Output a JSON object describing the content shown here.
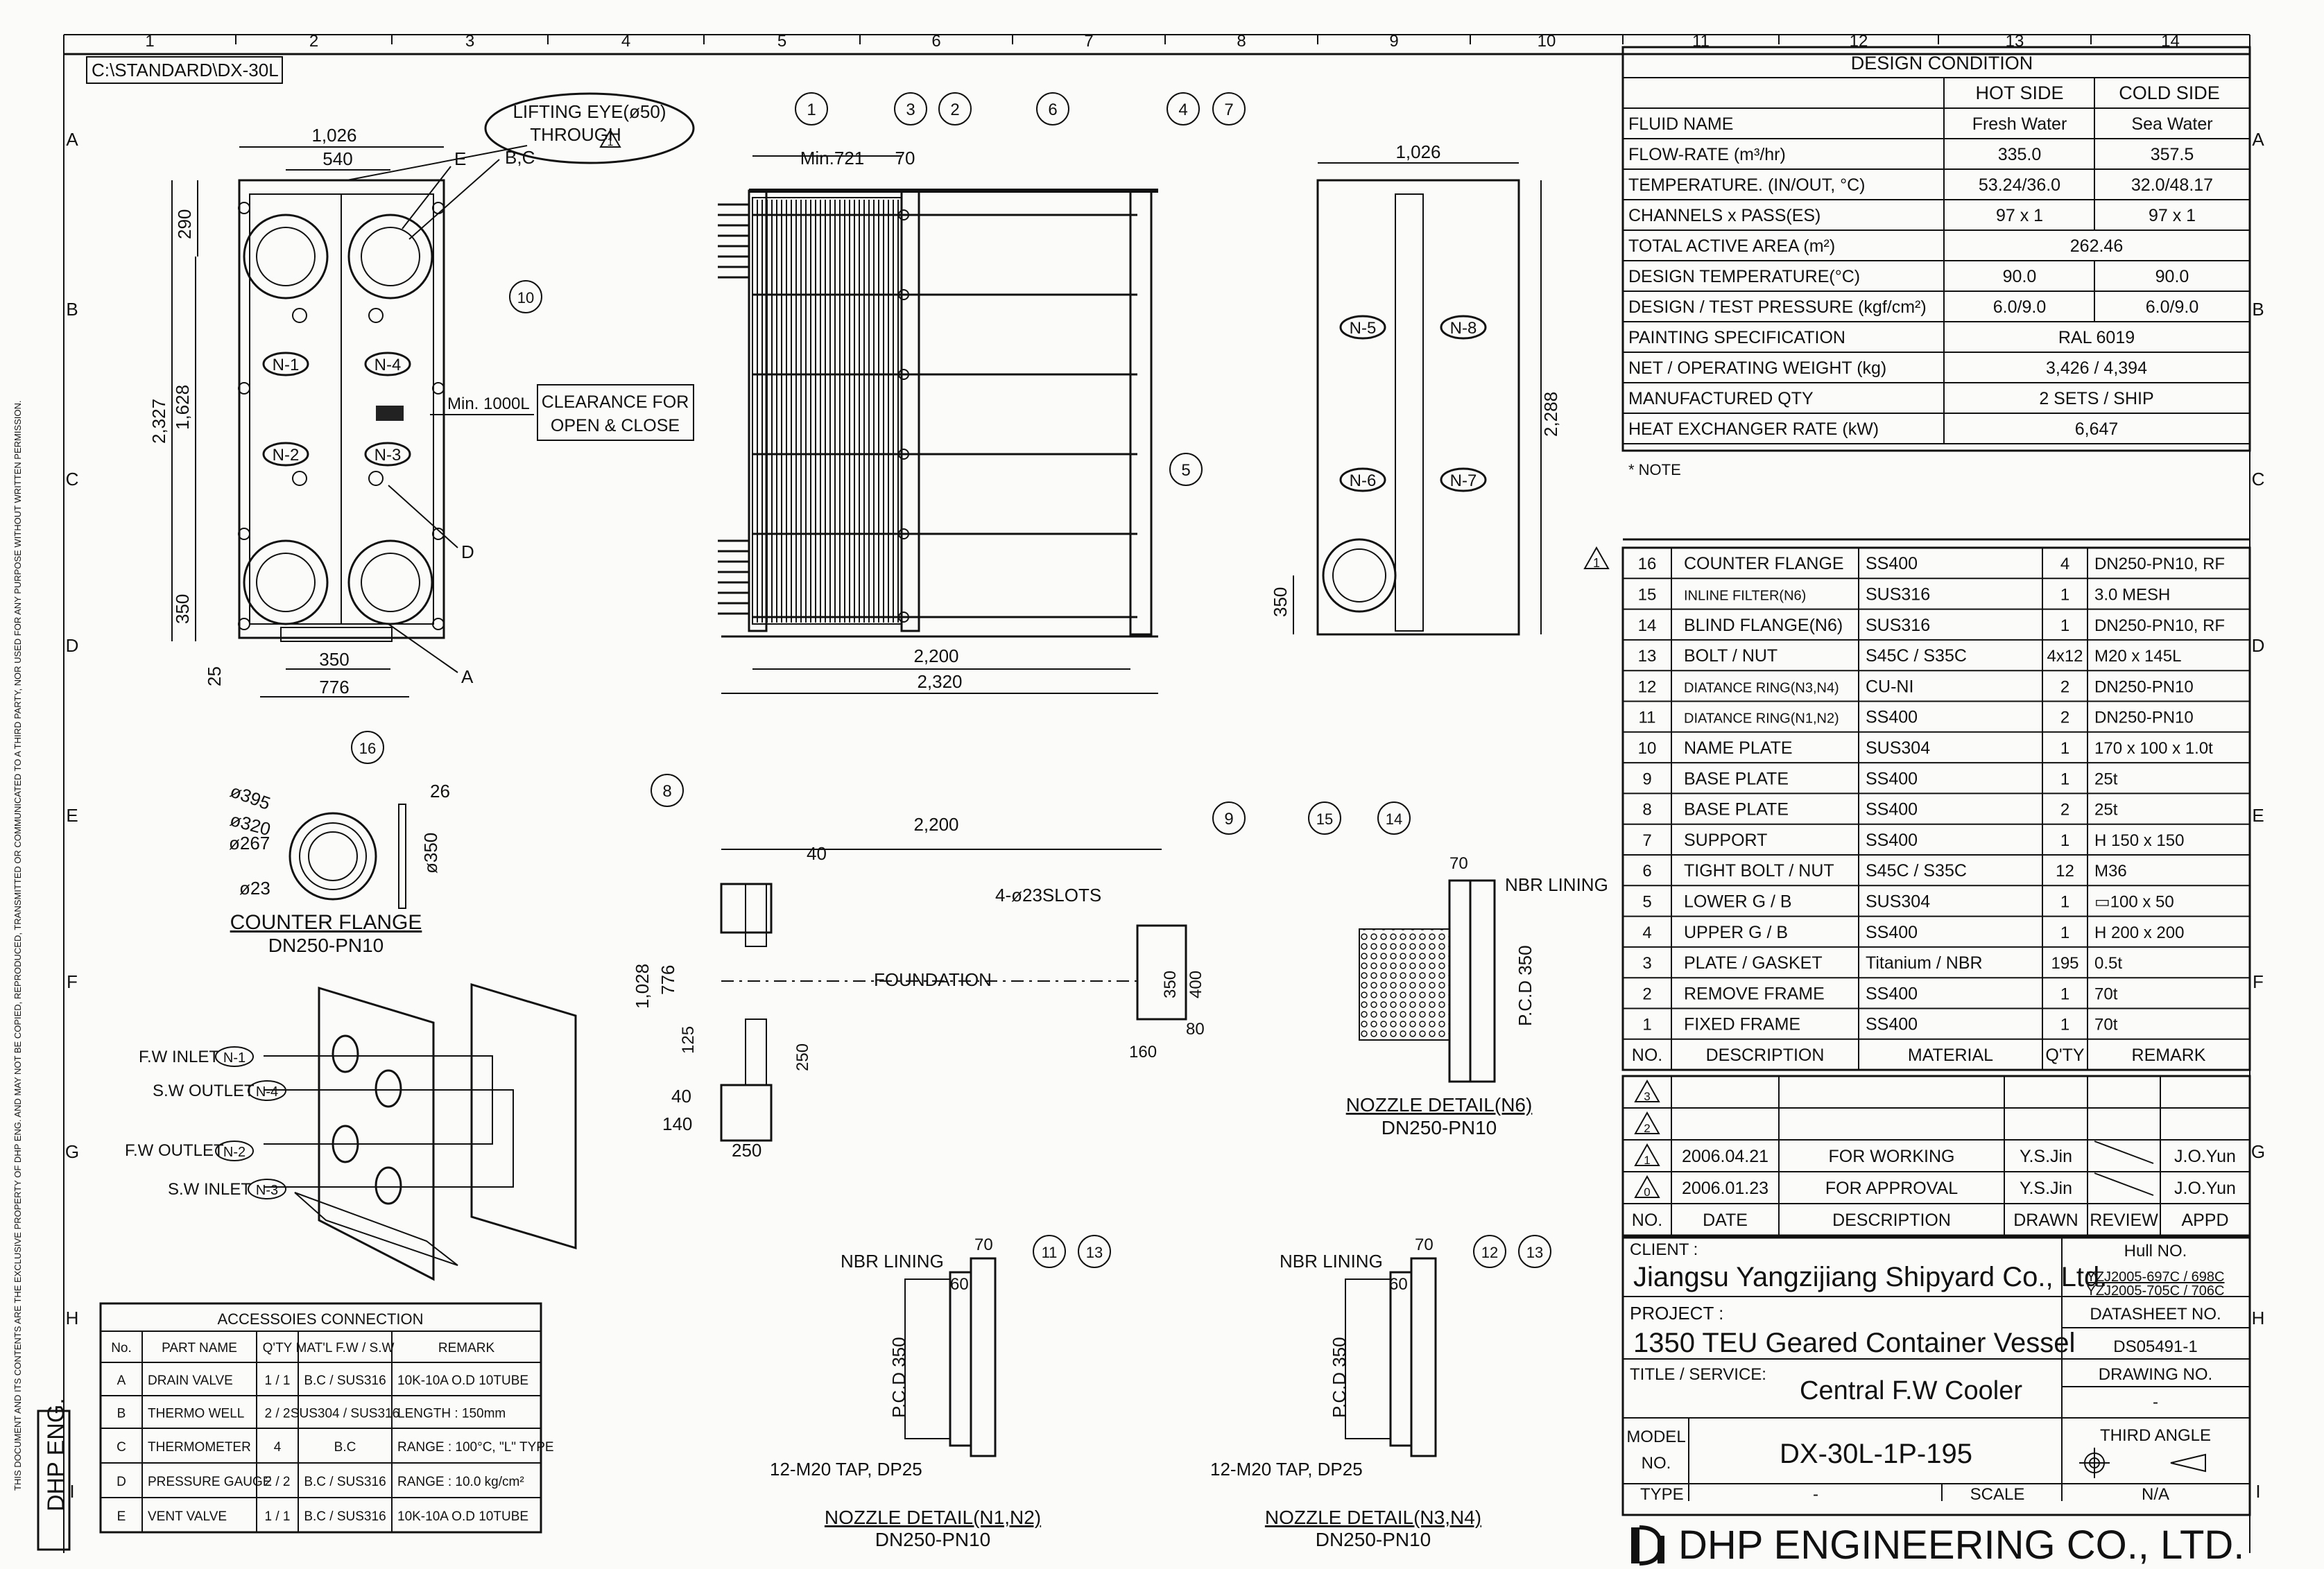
{
  "file_path": "C:\\STANDARD\\DX-30L",
  "grid": {
    "columns": [
      "1",
      "2",
      "3",
      "4",
      "5",
      "6",
      "7",
      "8",
      "9",
      "10",
      "11",
      "12",
      "13",
      "14"
    ],
    "rows": [
      "A",
      "B",
      "C",
      "D",
      "E",
      "F",
      "G",
      "H",
      "I"
    ]
  },
  "front_view": {
    "dims": {
      "w1026": "1,026",
      "w540": "540",
      "h290": "290",
      "h2327": "2,327",
      "h1628": "1,628",
      "h350": "350",
      "w350": "350",
      "w776": "776",
      "h25": "25"
    },
    "letters": {
      "e": "E",
      "bc": "B,C",
      "d": "D",
      "a": "A"
    },
    "lifting_eye": {
      "line1": "LIFTING EYE(ø50)",
      "line2": "THROUGH",
      "rev": "1"
    },
    "nozzles": {
      "n1": "N-1",
      "n2": "N-2",
      "n3": "N-3",
      "n4": "N-4"
    },
    "clearance": {
      "min": "Min. 1000L",
      "line1": "CLEARANCE FOR",
      "line2": "OPEN & CLOSE"
    }
  },
  "side_view": {
    "dims": {
      "min721": "Min.721",
      "w70": "70",
      "w2200": "2,200",
      "w2320": "2,320"
    }
  },
  "end_view": {
    "dims": {
      "w1026": "1,026",
      "h2288": "2,288",
      "h350": "350"
    },
    "nozzles": {
      "n5": "N-5",
      "n6": "N-6",
      "n7": "N-7",
      "n8": "N-8"
    }
  },
  "balloons": {
    "b1": "1",
    "b2": "2",
    "b3": "3",
    "b4": "4",
    "b5": "5",
    "b6": "6",
    "b7": "7",
    "b8": "8",
    "b9": "9",
    "b10": "10",
    "b11": "11",
    "b12": "12",
    "b13": "13",
    "b13b": "13",
    "b14": "14",
    "b15": "15",
    "b16": "16"
  },
  "counter_flange": {
    "d395": "ø395",
    "d320": "ø320",
    "d267": "ø267",
    "d23": "ø23",
    "t26": "26",
    "d350": "ø350",
    "title": "COUNTER FLANGE",
    "sub": "DN250-PN10"
  },
  "foundation": {
    "w2200": "2,200",
    "w40": "40",
    "slots": "4-ø23SLOTS",
    "label": "FOUNDATION",
    "h1028": "1,028",
    "h776": "776",
    "h125": "125",
    "h250": "250",
    "h350": "350",
    "h400": "400",
    "w80": "80",
    "w160": "160",
    "w40b": "40",
    "w140": "140",
    "w250": "250"
  },
  "nozzle_n6": {
    "w70": "70",
    "nbr": "NBR LINING",
    "pcd": "P.C.D 350",
    "title": "NOZZLE DETAIL(N6)",
    "sub": "DN250-PN10"
  },
  "nozzle_n12": {
    "nbr": "NBR LINING",
    "w70": "70",
    "w60": "60",
    "pcd": "P.C.D 350",
    "tap": "12-M20 TAP, DP25",
    "title": "NOZZLE DETAIL(N1,N2)",
    "sub": "DN250-PN10"
  },
  "nozzle_n34": {
    "nbr": "NBR LINING",
    "w70": "70",
    "w60": "60",
    "pcd": "P.C.D 350",
    "tap": "12-M20 TAP, DP25",
    "title": "NOZZLE DETAIL(N3,N4)",
    "sub": "DN250-PN10"
  },
  "flow_diagram": {
    "fw_inlet": "F.W INLET",
    "sw_outlet": "S.W OUTLET",
    "fw_outlet": "F.W OUTLET",
    "sw_inlet": "S.W INLET",
    "n1": "N-1",
    "n4": "N-4",
    "n2": "N-2",
    "n3": "N-3"
  },
  "accessories": {
    "title": "ACCESSOIES CONNECTION",
    "headers": [
      "No.",
      "PART NAME",
      "Q'TY",
      "MAT'L F.W / S.W",
      "REMARK"
    ],
    "rows": [
      [
        "A",
        "DRAIN VALVE",
        "1 / 1",
        "B.C / SUS316",
        "10K-10A O.D 10TUBE"
      ],
      [
        "B",
        "THERMO WELL",
        "2 / 2",
        "SUS304 / SUS316",
        "LENGTH : 150mm"
      ],
      [
        "C",
        "THERMOMETER",
        "4",
        "B.C",
        "RANGE : 100°C, \"L\" TYPE"
      ],
      [
        "D",
        "PRESSURE GAUGE",
        "2 / 2",
        "B.C / SUS316",
        "RANGE : 10.0 kg/cm²"
      ],
      [
        "E",
        "VENT VALVE",
        "1 / 1",
        "B.C / SUS316",
        "10K-10A O.D 10TUBE"
      ]
    ]
  },
  "margin_notice": "THIS DOCUMENT AND ITS CONTENTS ARE THE EXCLUSIVE PROPERTY OF DHP ENG. AND MAY NOT BE COPIED, REPRODUCED, TRANSMITTED OR COMMUNICATED TO A THIRD PARTY, NOR USED FOR ANY PURPOSE WITHOUT WRITTEN PERMISSION.",
  "margin_brand": "DHP ENG.",
  "design": {
    "title": "DESIGN CONDITION",
    "hot": "HOT SIDE",
    "cold": "COLD SIDE",
    "rows": [
      {
        "label": "FLUID NAME",
        "hot": "Fresh Water",
        "cold": "Sea Water"
      },
      {
        "label": "FLOW-RATE (m³/hr)",
        "hot": "335.0",
        "cold": "357.5"
      },
      {
        "label": "TEMPERATURE. (IN/OUT, °C)",
        "hot": "53.24/36.0",
        "cold": "32.0/48.17"
      },
      {
        "label": "CHANNELS x PASS(ES)",
        "hot": "97 x 1",
        "cold": "97 x 1"
      },
      {
        "label": "TOTAL  ACTIVE AREA (m²)",
        "span": "262.46"
      },
      {
        "label": "DESIGN TEMPERATURE(°C)",
        "hot": "90.0",
        "cold": "90.0"
      },
      {
        "label": "DESIGN / TEST PRESSURE (kgf/cm²)",
        "hot": "6.0/9.0",
        "cold": "6.0/9.0"
      },
      {
        "label": "PAINTING SPECIFICATION",
        "span": "RAL 6019"
      },
      {
        "label": "NET / OPERATING  WEIGHT (kg)",
        "span": "3,426 / 4,394"
      },
      {
        "label": "MANUFACTURED QTY",
        "span": "2 SETS / SHIP"
      },
      {
        "label": "HEAT EXCHANGER RATE (kW)",
        "span": "6,647"
      }
    ],
    "rev_mark": "1",
    "note": "* NOTE"
  },
  "bom": {
    "rev_mark": "1",
    "headers": [
      "NO.",
      "DESCRIPTION",
      "MATERIAL",
      "Q'TY",
      "REMARK"
    ],
    "rows": [
      [
        "16",
        "COUNTER FLANGE",
        "SS400",
        "4",
        "DN250-PN10, RF"
      ],
      [
        "15",
        "INLINE FILTER(N6)",
        "SUS316",
        "1",
        "3.0 MESH"
      ],
      [
        "14",
        "BLIND FLANGE(N6)",
        "SUS316",
        "1",
        "DN250-PN10, RF"
      ],
      [
        "13",
        "BOLT / NUT",
        "S45C / S35C",
        "4x12",
        "M20 x 145L"
      ],
      [
        "12",
        "DIATANCE RING(N3,N4)",
        "CU-NI",
        "2",
        "DN250-PN10"
      ],
      [
        "11",
        "DIATANCE RING(N1,N2)",
        "SS400",
        "2",
        "DN250-PN10"
      ],
      [
        "10",
        "NAME PLATE",
        "SUS304",
        "1",
        "170 x 100 x 1.0t"
      ],
      [
        "9",
        "BASE PLATE",
        "SS400",
        "1",
        "25t"
      ],
      [
        "8",
        "BASE PLATE",
        "SS400",
        "2",
        "25t"
      ],
      [
        "7",
        "SUPPORT",
        "SS400",
        "1",
        "H 150 x 150"
      ],
      [
        "6",
        "TIGHT BOLT / NUT",
        "S45C / S35C",
        "12",
        "M36"
      ],
      [
        "5",
        "LOWER G / B",
        "SUS304",
        "1",
        "▭100 x 50"
      ],
      [
        "4",
        "UPPER G / B",
        "SS400",
        "1",
        "H 200 x 200"
      ],
      [
        "3",
        "PLATE / GASKET",
        "Titanium / NBR",
        "195",
        "0.5t"
      ],
      [
        "2",
        "REMOVE FRAME",
        "SS400",
        "1",
        "70t"
      ],
      [
        "1",
        "FIXED FRAME",
        "SS400",
        "1",
        "70t"
      ]
    ]
  },
  "revisions": {
    "marks": [
      "3",
      "2",
      "1",
      "0"
    ],
    "rows": [
      {
        "mark": "1",
        "date": "2006.04.21",
        "desc": "FOR WORKING",
        "drawn": "Y.S.Jin",
        "appd": "J.O.Yun"
      },
      {
        "mark": "0",
        "date": "2006.01.23",
        "desc": "FOR APPROVAL",
        "drawn": "Y.S.Jin",
        "appd": "J.O.Yun"
      }
    ],
    "headers": [
      "NO.",
      "DATE",
      "DESCRIPTION",
      "DRAWN",
      "REVIEW",
      "APPD"
    ]
  },
  "title_block": {
    "client_label": "CLIENT :",
    "client": "Jiangsu Yangzijiang Shipyard Co., Ltd.",
    "hull_label": "Hull NO.",
    "hull1": "YZJ2005-697C / 698C",
    "hull2": "YZJ2005-705C / 706C",
    "project_label": "PROJECT :",
    "project": "1350 TEU Geared Container Vessel",
    "datasheet_label": "DATASHEET NO.",
    "datasheet": "DS05491-1",
    "title_label": "TITLE / SERVICE:",
    "title": "Central F.W Cooler",
    "drawing_label": "DRAWING NO.",
    "drawing": "-",
    "model_label1": "MODEL",
    "model_label2": "NO.",
    "model": "DX-30L-1P-195",
    "angle": "THIRD ANGLE",
    "type_label": "TYPE",
    "type": "-",
    "scale_label": "SCALE",
    "scale": "N/A",
    "company": "DHP ENGINEERING CO., LTD."
  }
}
